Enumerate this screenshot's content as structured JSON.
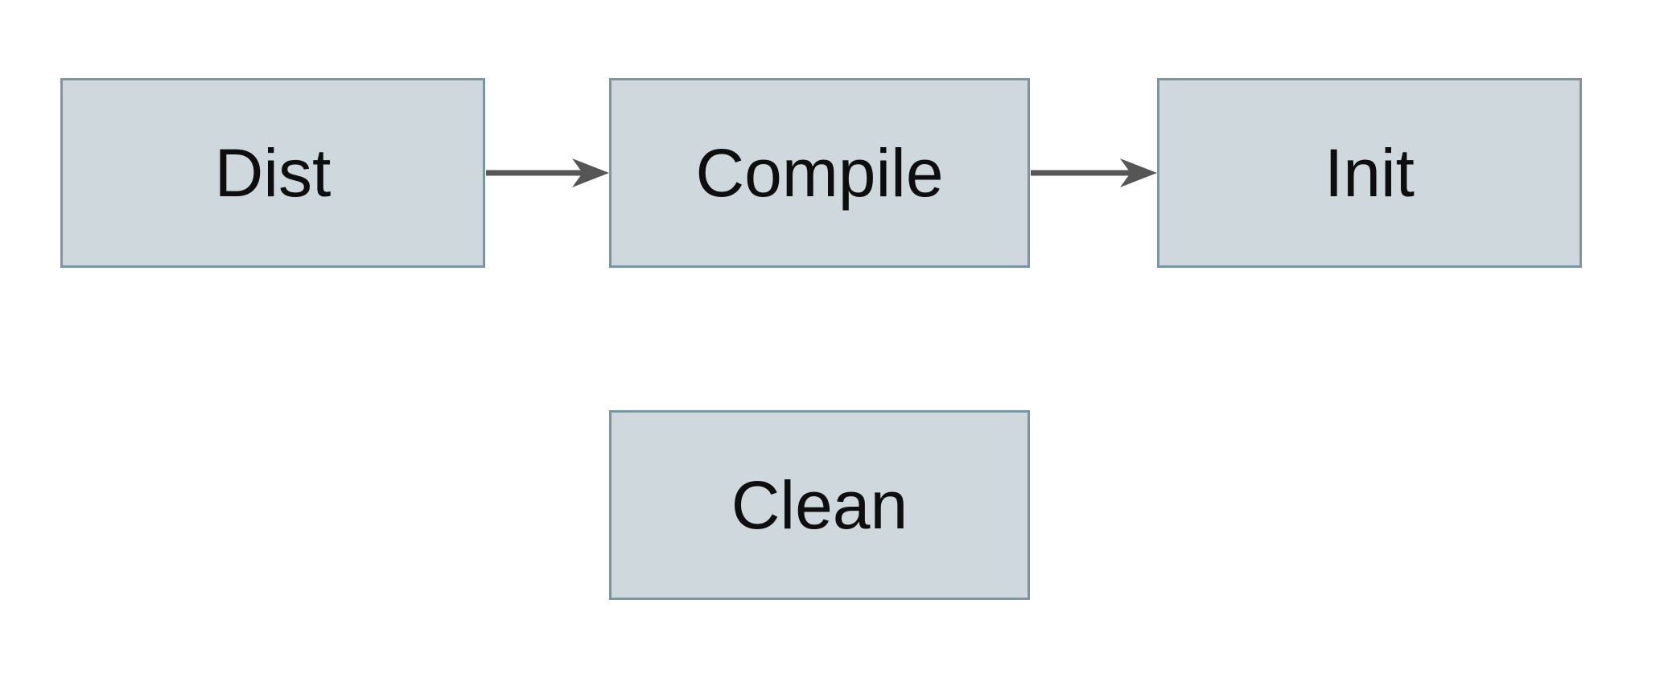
{
  "diagram": {
    "type": "flowchart",
    "colors": {
      "background": "#ffffff",
      "node_fill": "#cfd9dd",
      "node_border": "#7b96a2",
      "arrow": "#565656",
      "text": "#0e0e0e"
    },
    "nodes": [
      {
        "id": "dist",
        "label": "Dist"
      },
      {
        "id": "compile",
        "label": "Compile"
      },
      {
        "id": "init",
        "label": "Init"
      },
      {
        "id": "clean",
        "label": "Clean"
      }
    ],
    "edges": [
      {
        "from": "dist",
        "to": "compile",
        "style": "arrow-right"
      },
      {
        "from": "compile",
        "to": "init",
        "style": "arrow-right"
      }
    ]
  }
}
